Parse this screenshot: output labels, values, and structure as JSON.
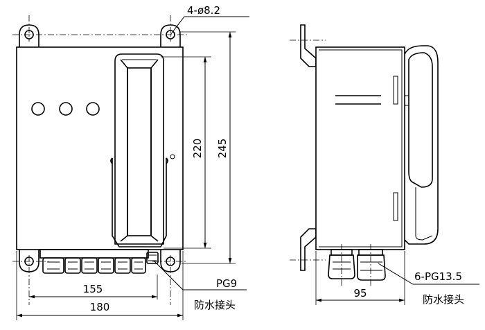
{
  "labels": {
    "holes": "4-ø8.2",
    "height_inner": "220",
    "height_outer": "245",
    "width_inner": "155",
    "width_outer": "180",
    "gland_small": "PG9",
    "gland_small_note": "防水接头",
    "depth": "95",
    "gland_large": "6-PG13.5",
    "gland_large_note": "防水接头"
  }
}
